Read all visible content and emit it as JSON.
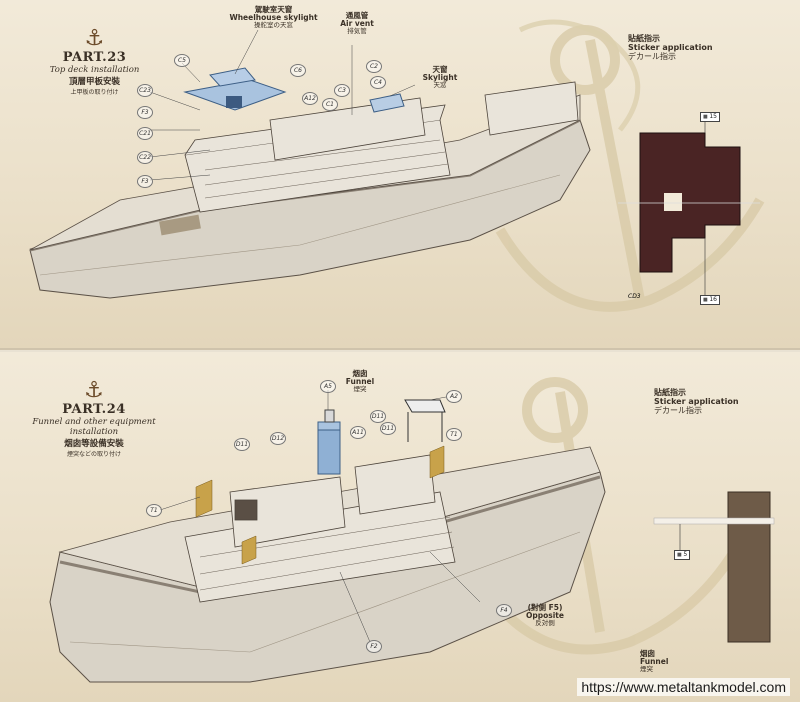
{
  "part23": {
    "title": "PART.23",
    "subtitle_en": "Top deck installation",
    "subtitle_zh": "頂層甲板安裝",
    "subtitle_jp": "上甲板の取り付け",
    "callouts": {
      "wheelhouse": {
        "zh": "駕駛室天窗",
        "en": "Wheelhouse skylight",
        "jp": "操舵室の天窓"
      },
      "airvent": {
        "zh": "通風管",
        "en": "Air vent",
        "jp": "排気管"
      },
      "skylight": {
        "zh": "天窗",
        "en": "Skylight",
        "jp": "天窓"
      }
    },
    "codes": [
      "C5",
      "C6",
      "A12",
      "C1",
      "C3",
      "C2",
      "C4",
      "C23",
      "F3",
      "C21",
      "C22",
      "F3"
    ],
    "sticker": {
      "zh": "貼紙指示",
      "en": "Sticker application",
      "jp": "デカール指示",
      "tag_a": "15",
      "tag_b": "16",
      "label": "CD3"
    }
  },
  "part24": {
    "title": "PART.24",
    "subtitle_en": "Funnel and other equipment installation",
    "subtitle_zh": "烟囱等設備安裝",
    "subtitle_jp": "煙突などの取り付け",
    "callouts": {
      "funnel": {
        "zh": "烟囱",
        "en": "Funnel",
        "jp": "煙突"
      },
      "opposite": {
        "zh": "(對側",
        "code": "F5",
        "close": ")",
        "en": "Opposite",
        "jp": "反対側"
      }
    },
    "codes": [
      "A5",
      "A2",
      "D11",
      "D11",
      "D12",
      "A11",
      "D11",
      "T1",
      "T1",
      "F4",
      "F2"
    ],
    "sticker": {
      "zh": "貼紙指示",
      "en": "Sticker application",
      "jp": "デカール指示",
      "tag": "5",
      "funnel_zh": "烟囱",
      "funnel_en": "Funnel",
      "funnel_jp": "煙突"
    }
  },
  "watermark": "https://www.metaltankmodel.com"
}
